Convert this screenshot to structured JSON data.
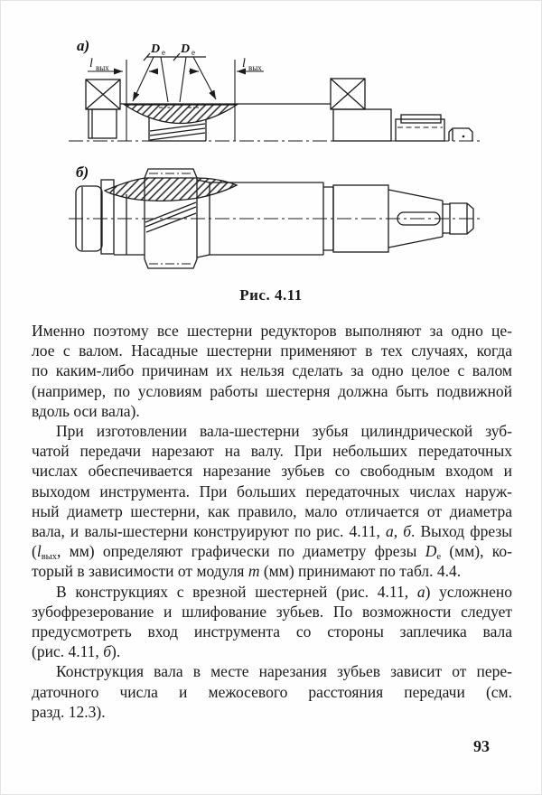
{
  "figure": {
    "caption": "Рис. 4.11",
    "label_a": "а)",
    "label_b": "б)",
    "dim_diameter": {
      "main": "D",
      "sub": "e"
    },
    "dim_exit": {
      "main": "l",
      "sub": "вых"
    }
  },
  "paragraphs": [
    {
      "indent": false,
      "lines": [
        "Именно поэтому все шестерни редукторов выполняют за одно це-",
        "лое с валом. Насадные шестерни применяют в тех случаях, когда",
        "по каким-либо причинам их нельзя сделать за одно целое с валом",
        "(например, по условиям работы шестерня должна быть подвижной",
        "вдоль оси вала)."
      ]
    },
    {
      "indent": true,
      "lines": [
        "При изготовлении вала-шестерни зубья цилиндрической зуб-",
        "чатой передачи нарезают на валу. При небольших передаточных",
        "числах обеспечивается нарезание зубьев со свободным входом и",
        "выходом инструмента. При больших передаточных числах наруж-",
        "ный диаметр шестерни, как правило, мало отличается от диаметра",
        "вала, и валы-шестерни конструируют по рис. 4.11, <i>а, б</i>. Выход фрезы",
        "(<i>l</i><sub>вых</sub>, мм) определяют графически по диаметру фрезы <i>D</i><sub>e</sub> (мм), ко-",
        "торый в зависимости от модуля <i>m</i> (мм) принимают по табл. 4.4."
      ]
    },
    {
      "indent": true,
      "lines": [
        "В конструкциях с врезной шестерней (рис. 4.11, <i>а</i>) усложнено",
        "зубофрезерование и шлифование зубьев. По возможности следует",
        "предусмотреть вход инструмента со стороны заплечика вала",
        "(рис. 4.11, <i>б</i>)."
      ]
    },
    {
      "indent": true,
      "lines": [
        "Конструкция вала в месте нарезания зубьев зависит от пере-",
        "даточного числа и межосевого расстояния передачи (см.",
        "разд. 12.3)."
      ]
    }
  ],
  "page_number": "93"
}
